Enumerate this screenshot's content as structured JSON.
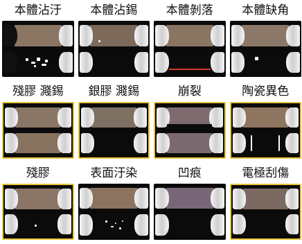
{
  "colors": {
    "border_highlight": "#e9c53c",
    "background_dark": "#0a0a0a",
    "chip_body": "#8a7462",
    "terminal": "#e6e6e6"
  },
  "cells": [
    {
      "label": "本體沾汙"
    },
    {
      "label": "本體沾錫"
    },
    {
      "label": "本體剝落"
    },
    {
      "label": "本體缺角"
    },
    {
      "label": "殘膠 濺錫"
    },
    {
      "label": "銀膠 濺錫"
    },
    {
      "label": "崩裂"
    },
    {
      "label": "陶瓷異色"
    },
    {
      "label": "殘膠"
    },
    {
      "label": "表面汙染"
    },
    {
      "label": "凹痕"
    },
    {
      "label": "電極刮傷"
    }
  ]
}
